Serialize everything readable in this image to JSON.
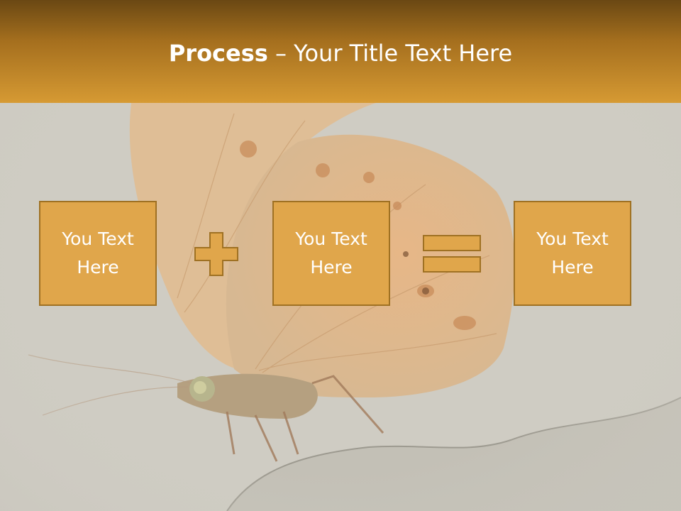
{
  "slide": {
    "title_bold": "Process",
    "title_separator": " – ",
    "title_rest": "Your Title Text Here",
    "boxes": [
      {
        "text": "You Text Here"
      },
      {
        "text": "You Text Here"
      },
      {
        "text": "You Text Here"
      }
    ],
    "operators": [
      {
        "icon": "plus-icon"
      },
      {
        "icon": "equals-icon"
      }
    ]
  },
  "colors": {
    "header_dark": "#6a4813",
    "header_light": "#d69a33",
    "box_fill": "#e0a64b",
    "box_border": "#9f7123",
    "background": "#cfccc3"
  }
}
